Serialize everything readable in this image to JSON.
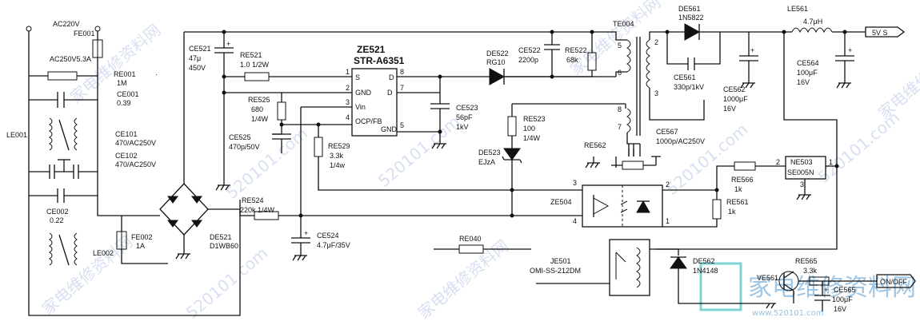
{
  "watermark": {
    "cn": "家电维修资料网",
    "url": "520101.com",
    "url_small": "www.520101.com"
  },
  "labels": {
    "ac_input": "AC220V",
    "fe001": "FE001",
    "fe001_val": "AC250V5.3A",
    "re001": "RE001",
    "re001_val": "1M",
    "ce001": "CE001",
    "ce001_val": "0.39",
    "le001": "LE001",
    "ce101": "CE101",
    "ce101_val": "470/AC250V",
    "ce102": "CE102",
    "ce102_val": "470/AC250V",
    "ce002": "CE002",
    "ce002_val": "0.22",
    "le002": "LE002",
    "fe002": "FE002",
    "fe002_val": "1A",
    "de521": "DE521",
    "de521_val": "D1WB60",
    "ce521": "CE521",
    "ce521_v1": "47μ",
    "ce521_v2": "450V",
    "re521": "RE521",
    "re521_val": "1.0 1/2W",
    "re525": "RE525",
    "re525_v1": "680",
    "re525_v2": "1/4W",
    "ce525": "CE525",
    "ce525_val": "470p/50V",
    "re529": "RE529",
    "re529_v1": "3.3k",
    "re529_v2": "1/4w",
    "re524": "RE524",
    "re524_val": "220k 1/4W",
    "ce524": "CE524",
    "ce524_val": "4.7μF/35V",
    "ze521": "ZE521",
    "ze521_part": "STR-A6351",
    "ic_pin_s": "S",
    "ic_pin_d": "D",
    "ic_pin_gnd": "GND",
    "ic_pin_d2": "D",
    "ic_pin_vin": "Vin",
    "ic_pin_ocp": "OCP/FB",
    "ic_pin_gnd2": "GND",
    "pin_1": "1",
    "pin_2": "2",
    "pin_3": "3",
    "pin_4": "4",
    "pin_5": "5",
    "pin_7": "7",
    "pin_8": "8",
    "de522": "DE522",
    "de522_val": "RG10",
    "ce522": "CE522",
    "ce522_val": "2200p",
    "re522": "RE522",
    "re522_val": "68k",
    "ce523": "CE523",
    "ce523_v1": "56pF",
    "ce523_v2": "1kV",
    "re523": "RE523",
    "re523_v1": "100",
    "re523_v2": "1/4W",
    "de523": "DE523",
    "de523_val": "EJzA",
    "te004": "TE004",
    "tp_5": "5",
    "tp_6": "6",
    "tp_8": "8",
    "tp_7": "7",
    "tp_2": "2",
    "tp_3": "3",
    "de561": "DE561",
    "de561_val": "1N5822",
    "ce561": "CE561",
    "ce561_val": "330p/1kV",
    "ce562": "CE562",
    "ce562_v1": "1000μF",
    "ce562_v2": "16V",
    "le561": "LE561",
    "le561_val": "4.7μH",
    "output": "5V S",
    "ce564": "CE564",
    "ce564_v1": "100μF",
    "ce564_v2": "16V",
    "ce567": "CE567",
    "ce567_val": "1000p/AC250V",
    "re562": "RE562",
    "ne503": "NE503",
    "ne503_part": "SE005N",
    "ne_pin_1": "1",
    "ne_pin_2": "2",
    "ne_pin_3": "3",
    "re566": "RE566",
    "re566_val": "1k",
    "re561": "RE561",
    "re561_val": "1k",
    "ze504": "ZE504",
    "oc_pin_1": "1",
    "oc_pin_2": "2",
    "oc_pin_3": "3",
    "oc_pin_4": "4",
    "re040": "RE040",
    "je501": "JE501",
    "je501_part": "OMI-SS-212DM",
    "de562": "DE562",
    "de562_val": "1N4148",
    "ve561": "VE561",
    "re565": "RE565",
    "re565_val": "3.3k",
    "ce565": "CE565",
    "ce565_v1": "100μF",
    "ce565_v2": "16V",
    "onoff": "ON/OFF"
  }
}
